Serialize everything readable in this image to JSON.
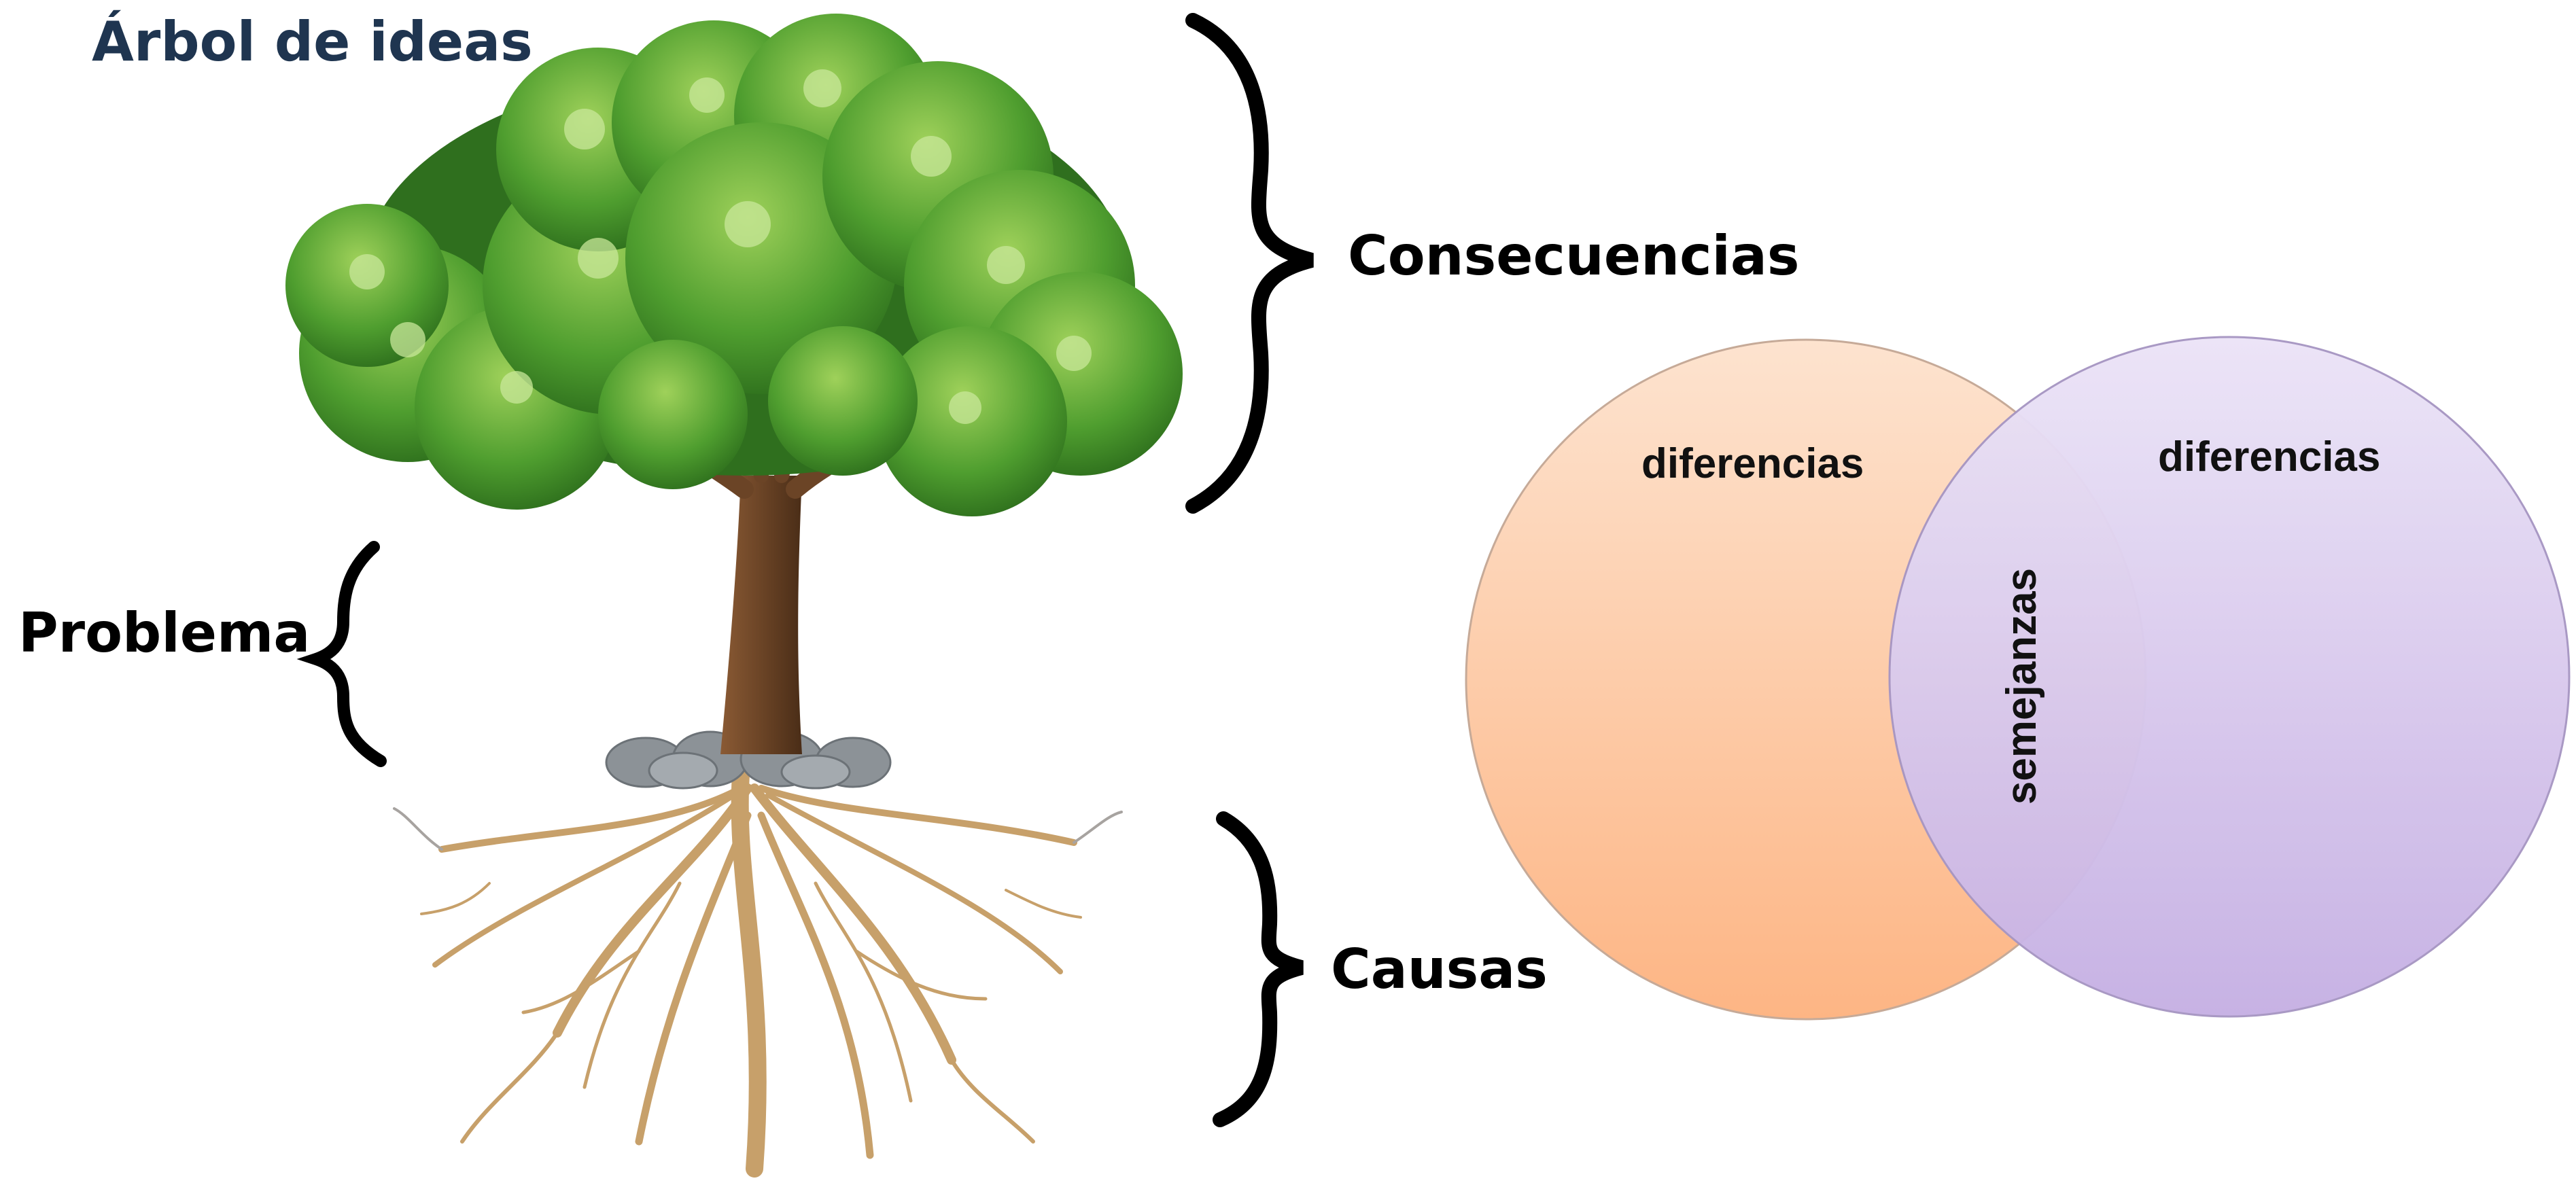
{
  "title": "Árbol de ideas",
  "tree_labels": {
    "consequences": "Consecuencias",
    "problem": "Problema",
    "causes": "Causas"
  },
  "venn": {
    "left_label": "diferencias",
    "right_label": "diferencias",
    "overlap_label": "semejanzas",
    "left_color": "#fdb584",
    "right_color": "#c6b0e4"
  },
  "colors": {
    "title": "#1f3550",
    "foliage": "#3f8f2a",
    "trunk": "#6b4426",
    "roots": "#c7a06a"
  }
}
